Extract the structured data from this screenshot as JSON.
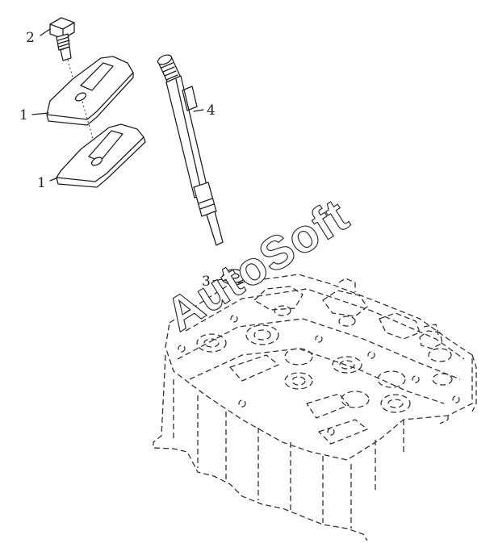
{
  "callouts": {
    "c1_upper": "1",
    "c1_lower": "1",
    "c2": "2",
    "c3": "3",
    "c4": "4"
  },
  "parts": [
    {
      "id": "1",
      "icon": "clamp-plate-icon"
    },
    {
      "id": "2",
      "icon": "bolt-icon"
    },
    {
      "id": "3",
      "icon": "sealing-washer-icon"
    },
    {
      "id": "4",
      "icon": "injector-icon"
    }
  ],
  "watermark": "AutoSoft",
  "colors": {
    "line": "#222222",
    "background": "#ffffff"
  }
}
